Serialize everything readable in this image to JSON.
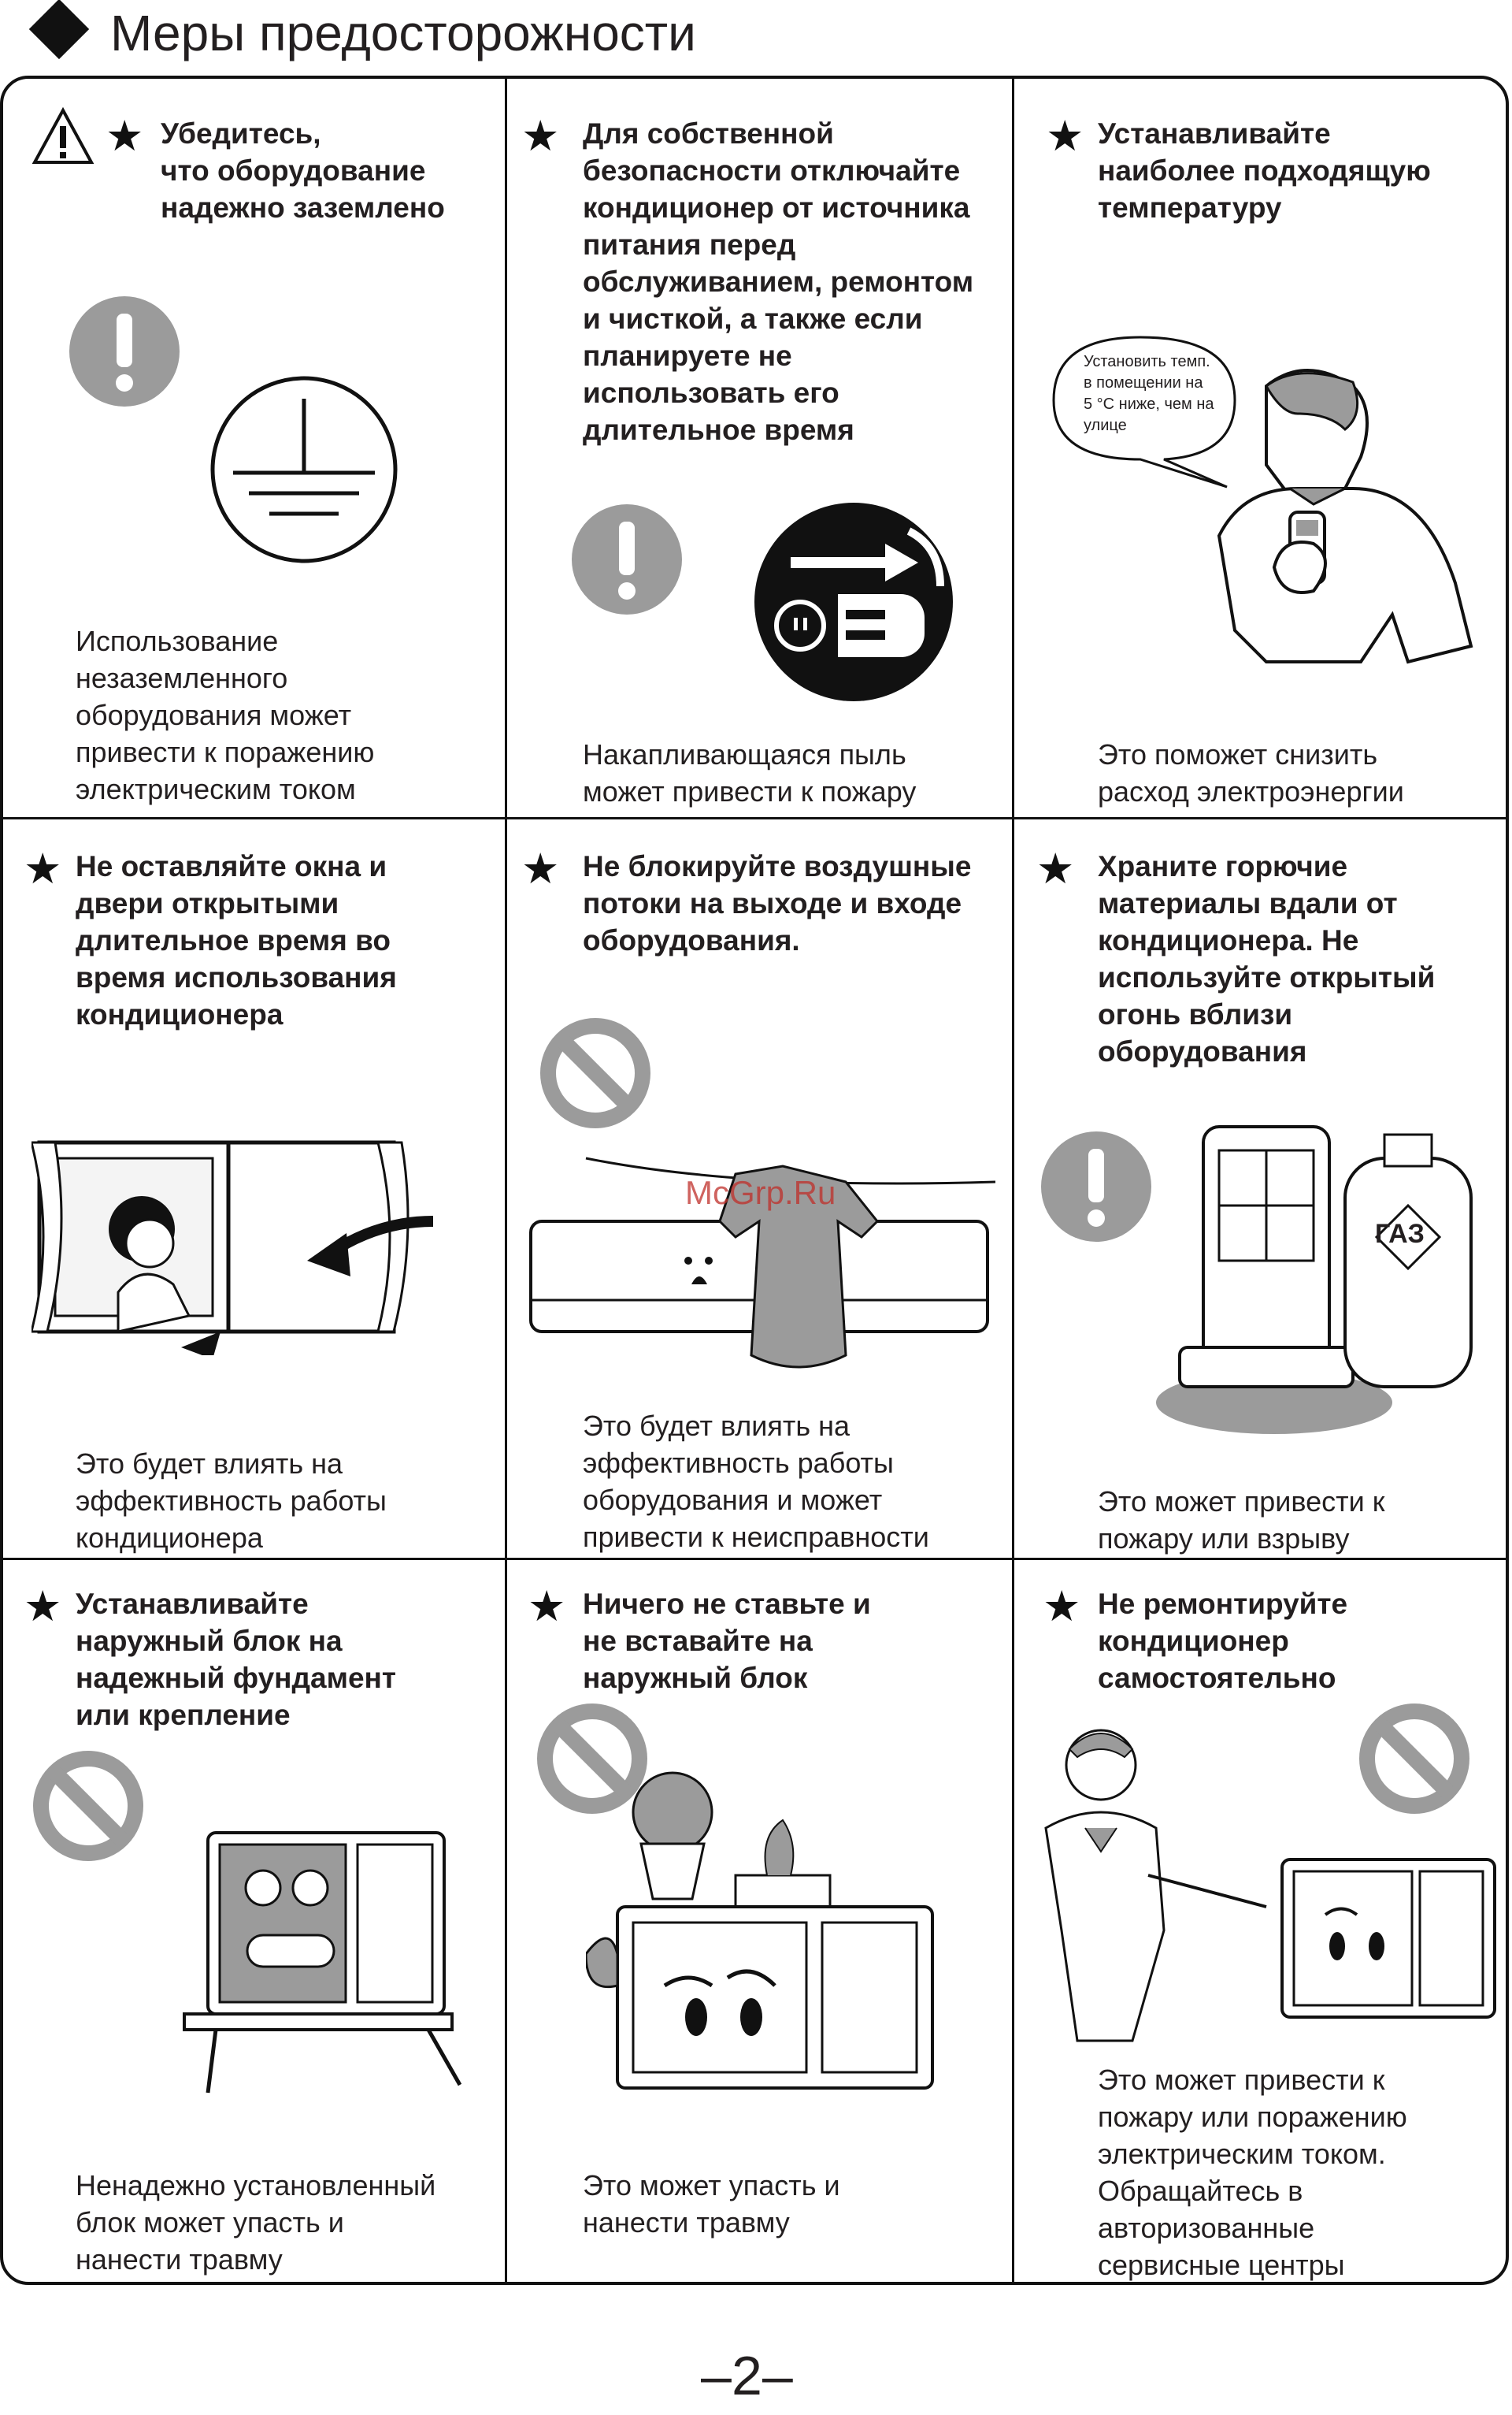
{
  "page": {
    "title": "Меры предосторожности",
    "page_number": "2",
    "watermark": "McGrp.Ru"
  },
  "cells": [
    {
      "title": "Убедитесь,\nчто оборудование\nнадежно заземлено",
      "desc": "Использование\nнезаземленного\nоборудования может\nпривести к поражению\nэлектрическим током"
    },
    {
      "title": "Для собственной\nбезопасности отключайте\nкондиционер от источника\nпитания перед\nобслуживанием, ремонтом\nи чисткой, а также если\nпланируете не\nиспользовать его\nдлительное время",
      "desc": "Накапливающаяся пыль\nможет привести к пожару"
    },
    {
      "title": "Устанавливайте\nнаиболее подходящую\nтемпературу",
      "bubble": "Установить темп.\nв помещении на\n5 °C ниже, чем на\nулице",
      "desc": "Это поможет снизить\nрасход электроэнергии"
    },
    {
      "title": "Не оставляйте окна и\nдвери открытыми\nдлительное время во\nвремя использования\nкондиционера",
      "desc": "Это будет влиять на\nэффективность работы\nкондиционера"
    },
    {
      "title": "Не блокируйте воздушные\nпотоки на выходе и входе\nоборудования.",
      "desc": "Это будет влиять на\nэффективность работы\nоборудования и может\nпривести к неисправности"
    },
    {
      "title": "Храните горючие\nматериалы вдали от\nкондиционера. Не\nиспользуйте открытый\nогонь вблизи\nоборудования",
      "gas_label": "ГАЗ",
      "desc": "Это может привести к\nпожару или взрыву"
    },
    {
      "title": "Устанавливайте\nнаружный блок на\nнадежный фундамент\nили крепление",
      "desc": "Ненадежно установленный\nблок может упасть и\nнанести травму"
    },
    {
      "title": "Ничего не ставьте и\nне вставайте на\nнаружный блок",
      "desc": "Это может упасть и\nнанести травму"
    },
    {
      "title": "Не ремонтируйте\nкондиционер\nсамостоятельно",
      "desc": "Это может привести к\nпожару или поражению\nэлектрическим током.\nОбращайтесь в\nавторизованные\nсервисные центры"
    }
  ]
}
